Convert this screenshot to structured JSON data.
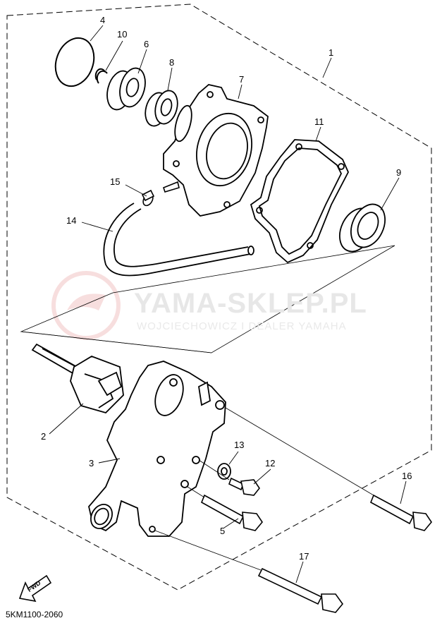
{
  "callouts": [
    {
      "id": "1",
      "label": "1"
    },
    {
      "id": "2",
      "label": "2"
    },
    {
      "id": "3",
      "label": "3"
    },
    {
      "id": "4",
      "label": "4"
    },
    {
      "id": "5",
      "label": "5"
    },
    {
      "id": "6",
      "label": "6"
    },
    {
      "id": "7",
      "label": "7"
    },
    {
      "id": "8",
      "label": "8"
    },
    {
      "id": "9",
      "label": "9"
    },
    {
      "id": "10",
      "label": "10"
    },
    {
      "id": "11",
      "label": "11"
    },
    {
      "id": "12",
      "label": "12"
    },
    {
      "id": "13",
      "label": "13"
    },
    {
      "id": "14",
      "label": "14"
    },
    {
      "id": "15",
      "label": "15"
    },
    {
      "id": "16",
      "label": "16"
    },
    {
      "id": "17",
      "label": "17"
    }
  ],
  "watermark": {
    "title": "YAMA-SKLEP.PL",
    "subtitle": "WOJCIECHOWICZ I DEALER YAMAHA",
    "color": "#e6e6e6",
    "logo_color": "#f3c9c9"
  },
  "fwd_label": "FWD",
  "diagram_code": "5KM1100-2060"
}
